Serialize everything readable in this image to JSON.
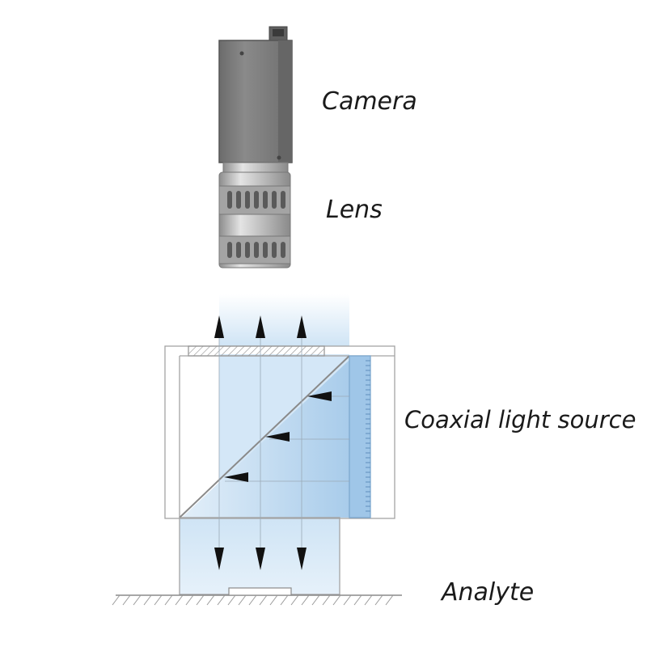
{
  "labels": {
    "camera": "Camera",
    "lens": "Lens",
    "coaxial_light_source": "Coaxial light source",
    "analyte": "Analyte"
  },
  "colors": {
    "camera_body": "#7f7f7f",
    "lens_metal": "#b9b9b9",
    "light_beam": "#cfe5f6",
    "outline": "#9a9a9a",
    "arrow": "#111111"
  }
}
